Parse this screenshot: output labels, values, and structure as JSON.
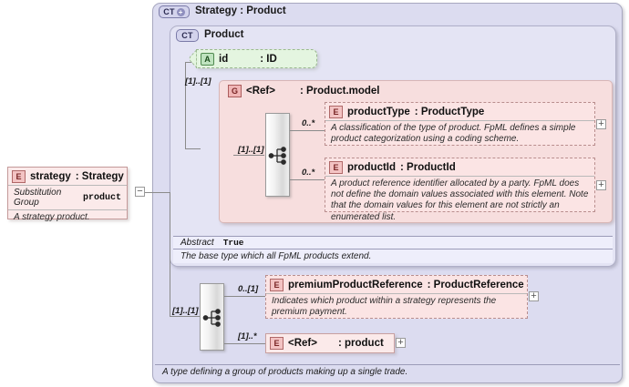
{
  "diagram": {
    "outer": {
      "badge": "CT",
      "badge_plus": "+",
      "title": "Strategy  : Product",
      "footer_doc": "A type defining a group of products making up a single trade."
    },
    "product_container": {
      "badge": "CT",
      "title": "Product",
      "abstract_label": "Abstract",
      "abstract_value": "True",
      "doc": "The base type which all FpML products extend."
    },
    "id_attribute": {
      "icon": "A",
      "name": "id",
      "type": ": ID"
    },
    "model_group": {
      "icon": "G",
      "name": "<Ref>",
      "type": ": Product.model"
    },
    "strategy_element": {
      "icon": "E",
      "name": "strategy",
      "type": ": Strategy",
      "substitution_group_label": "Substitution Group",
      "substitution_group_value": "product",
      "doc": "A strategy product."
    },
    "elements": {
      "product_type": {
        "icon": "E",
        "name": "productType",
        "type": ": ProductType",
        "doc": "A classification of the type of product. FpML defines a simple product categorization using a coding scheme.",
        "cardinality": "0..*",
        "expander": "+"
      },
      "product_id": {
        "icon": "E",
        "name": "productId",
        "type": ": ProductId",
        "doc": "A product reference identifier allocated by a party. FpML does not define the domain values associated with this element. Note that the domain values for this element are not strictly an enumerated list.",
        "cardinality": "0..*",
        "expander": "+"
      },
      "premium_product_reference": {
        "icon": "E",
        "name": "premiumProductReference",
        "type": ": ProductReference",
        "doc": "Indicates which product within a strategy represents the premium payment.",
        "cardinality": "0..[1]",
        "expander": "+"
      },
      "product_ref": {
        "icon": "E",
        "name": "<Ref>",
        "type": ": product",
        "cardinality": "[1]..*",
        "expander": "+"
      }
    },
    "cardinalities": {
      "model_group": "[1]..[1]",
      "upper_sequence": "[1]..[1]",
      "lower_sequence": "[1]..[1]"
    },
    "collapse_toggle": "−"
  }
}
